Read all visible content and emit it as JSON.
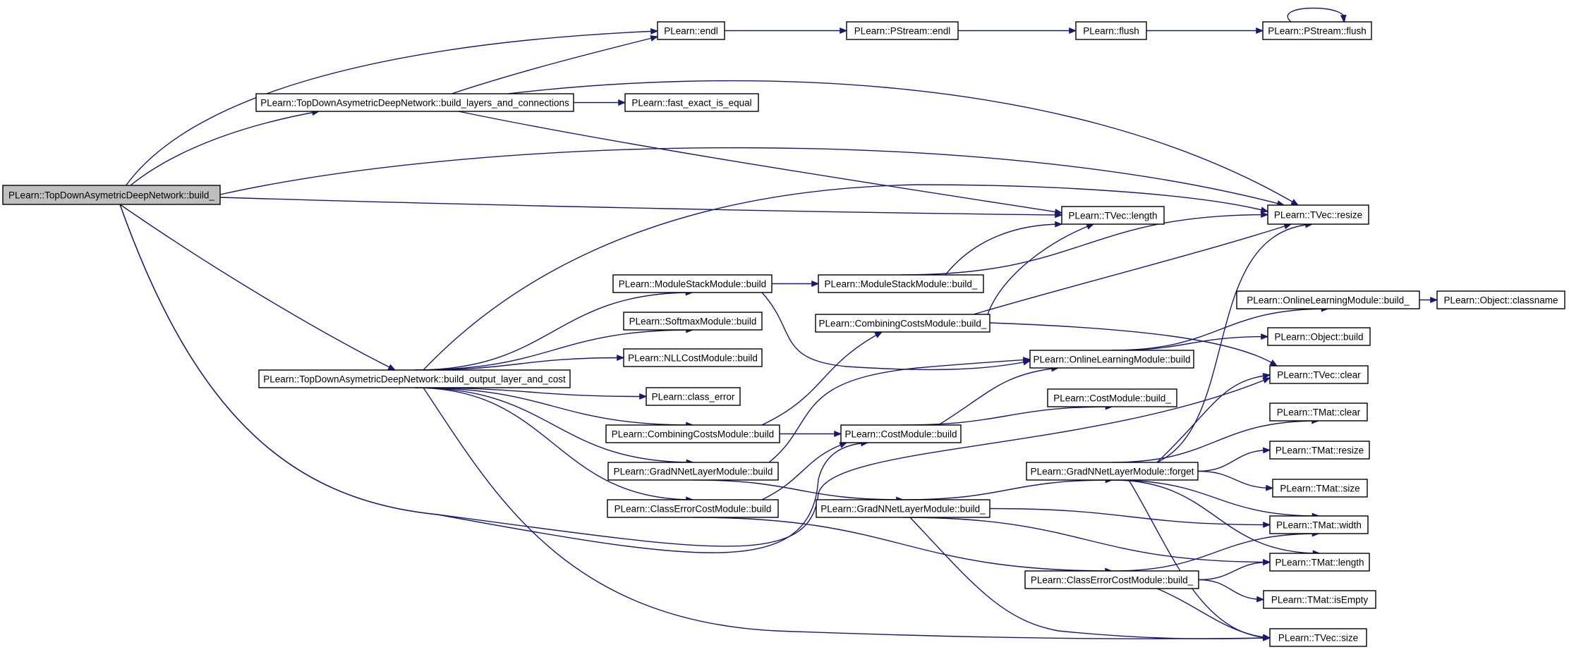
{
  "graph": {
    "title": "",
    "nodes": [
      {
        "id": "tdn_build_",
        "label": "PLearn::TopDownAsymetricDeepNetwork::build_",
        "root": true
      },
      {
        "id": "endl",
        "label": "PLearn::endl"
      },
      {
        "id": "pstream_endl",
        "label": "PLearn::PStream::endl"
      },
      {
        "id": "flush",
        "label": "PLearn::flush"
      },
      {
        "id": "pstream_flush",
        "label": "PLearn::PStream::flush"
      },
      {
        "id": "build_layers",
        "label": "PLearn::TopDownAsymetricDeepNetwork::build_layers_and_connections"
      },
      {
        "id": "fast_exact",
        "label": "PLearn::fast_exact_is_equal"
      },
      {
        "id": "tvec_length",
        "label": "PLearn::TVec::length"
      },
      {
        "id": "tvec_resize",
        "label": "PLearn::TVec::resize"
      },
      {
        "id": "build_output",
        "label": "PLearn::TopDownAsymetricDeepNetwork::build_output_layer_and_cost"
      },
      {
        "id": "msm_build",
        "label": "PLearn::ModuleStackModule::build"
      },
      {
        "id": "msm_build_",
        "label": "PLearn::ModuleStackModule::build_"
      },
      {
        "id": "softmax_build",
        "label": "PLearn::SoftmaxModule::build"
      },
      {
        "id": "nll_build",
        "label": "PLearn::NLLCostModule::build"
      },
      {
        "id": "class_error",
        "label": "PLearn::class_error"
      },
      {
        "id": "ccm_build",
        "label": "PLearn::CombiningCostsModule::build"
      },
      {
        "id": "ccm_build_",
        "label": "PLearn::CombiningCostsModule::build_"
      },
      {
        "id": "gnl_build",
        "label": "PLearn::GradNNetLayerModule::build"
      },
      {
        "id": "gnl_build_",
        "label": "PLearn::GradNNetLayerModule::build_"
      },
      {
        "id": "cecm_build",
        "label": "PLearn::ClassErrorCostModule::build"
      },
      {
        "id": "cecm_build_",
        "label": "PLearn::ClassErrorCostModule::build_"
      },
      {
        "id": "cost_build",
        "label": "PLearn::CostModule::build"
      },
      {
        "id": "cost_build_",
        "label": "PLearn::CostModule::build_"
      },
      {
        "id": "olm_build",
        "label": "PLearn::OnlineLearningModule::build"
      },
      {
        "id": "olm_build_",
        "label": "PLearn::OnlineLearningModule::build_"
      },
      {
        "id": "obj_classname",
        "label": "PLearn::Object::classname"
      },
      {
        "id": "obj_build",
        "label": "PLearn::Object::build"
      },
      {
        "id": "gnl_forget",
        "label": "PLearn::GradNNetLayerModule::forget"
      },
      {
        "id": "tvec_clear",
        "label": "PLearn::TVec::clear"
      },
      {
        "id": "tmat_clear",
        "label": "PLearn::TMat::clear"
      },
      {
        "id": "tmat_resize",
        "label": "PLearn::TMat::resize"
      },
      {
        "id": "tmat_size",
        "label": "PLearn::TMat::size"
      },
      {
        "id": "tmat_width",
        "label": "PLearn::TMat::width"
      },
      {
        "id": "tmat_length",
        "label": "PLearn::TMat::length"
      },
      {
        "id": "tmat_isempty",
        "label": "PLearn::TMat::isEmpty"
      },
      {
        "id": "tvec_size",
        "label": "PLearn::TVec::size"
      }
    ],
    "edges": [
      {
        "from": "tdn_build_",
        "to": "endl"
      },
      {
        "from": "tdn_build_",
        "to": "build_layers"
      },
      {
        "from": "tdn_build_",
        "to": "tvec_resize"
      },
      {
        "from": "tdn_build_",
        "to": "tvec_length"
      },
      {
        "from": "tdn_build_",
        "to": "build_output"
      },
      {
        "from": "tdn_build_",
        "to": "cost_build"
      },
      {
        "from": "endl",
        "to": "pstream_endl"
      },
      {
        "from": "pstream_endl",
        "to": "flush"
      },
      {
        "from": "flush",
        "to": "pstream_flush"
      },
      {
        "from": "pstream_flush",
        "to": "pstream_flush"
      },
      {
        "from": "build_layers",
        "to": "endl"
      },
      {
        "from": "build_layers",
        "to": "fast_exact"
      },
      {
        "from": "build_layers",
        "to": "tvec_resize"
      },
      {
        "from": "build_layers",
        "to": "tvec_length"
      },
      {
        "from": "build_output",
        "to": "tvec_resize"
      },
      {
        "from": "build_output",
        "to": "msm_build"
      },
      {
        "from": "build_output",
        "to": "softmax_build"
      },
      {
        "from": "build_output",
        "to": "nll_build"
      },
      {
        "from": "build_output",
        "to": "class_error"
      },
      {
        "from": "build_output",
        "to": "ccm_build"
      },
      {
        "from": "build_output",
        "to": "gnl_build"
      },
      {
        "from": "build_output",
        "to": "cecm_build"
      },
      {
        "from": "build_output",
        "to": "tvec_size"
      },
      {
        "from": "msm_build",
        "to": "msm_build_"
      },
      {
        "from": "msm_build",
        "to": "olm_build"
      },
      {
        "from": "msm_build_",
        "to": "tvec_length"
      },
      {
        "from": "msm_build_",
        "to": "tvec_resize"
      },
      {
        "from": "ccm_build",
        "to": "ccm_build_"
      },
      {
        "from": "ccm_build",
        "to": "cost_build"
      },
      {
        "from": "ccm_build_",
        "to": "tvec_length"
      },
      {
        "from": "ccm_build_",
        "to": "tvec_resize"
      },
      {
        "from": "ccm_build_",
        "to": "tvec_clear"
      },
      {
        "from": "gnl_build",
        "to": "olm_build"
      },
      {
        "from": "gnl_build",
        "to": "gnl_build_"
      },
      {
        "from": "cecm_build",
        "to": "cost_build"
      },
      {
        "from": "cecm_build",
        "to": "cecm_build_"
      },
      {
        "from": "cost_build",
        "to": "olm_build"
      },
      {
        "from": "cost_build",
        "to": "cost_build_"
      },
      {
        "from": "olm_build",
        "to": "olm_build_"
      },
      {
        "from": "olm_build",
        "to": "obj_build"
      },
      {
        "from": "olm_build_",
        "to": "obj_classname"
      },
      {
        "from": "gnl_build_",
        "to": "gnl_forget"
      },
      {
        "from": "gnl_build_",
        "to": "tmat_width"
      },
      {
        "from": "gnl_build_",
        "to": "tmat_length"
      },
      {
        "from": "gnl_build_",
        "to": "tvec_size"
      },
      {
        "from": "gnl_forget",
        "to": "tvec_resize"
      },
      {
        "from": "gnl_forget",
        "to": "tvec_clear"
      },
      {
        "from": "gnl_forget",
        "to": "tmat_clear"
      },
      {
        "from": "gnl_forget",
        "to": "tmat_resize"
      },
      {
        "from": "gnl_forget",
        "to": "tmat_size"
      },
      {
        "from": "gnl_forget",
        "to": "tmat_width"
      },
      {
        "from": "gnl_forget",
        "to": "tmat_length"
      },
      {
        "from": "gnl_forget",
        "to": "tvec_size"
      },
      {
        "from": "cecm_build_",
        "to": "tmat_width"
      },
      {
        "from": "cecm_build_",
        "to": "tmat_length"
      },
      {
        "from": "cecm_build_",
        "to": "tmat_isempty"
      },
      {
        "from": "cecm_build_",
        "to": "tvec_size"
      },
      {
        "from": "tdn_build_",
        "to": "tvec_clear"
      }
    ]
  },
  "colors": {
    "edge": "#191970",
    "node_border": "#000000",
    "node_fill": "#ffffff",
    "root_fill": "#bfbfbf"
  }
}
